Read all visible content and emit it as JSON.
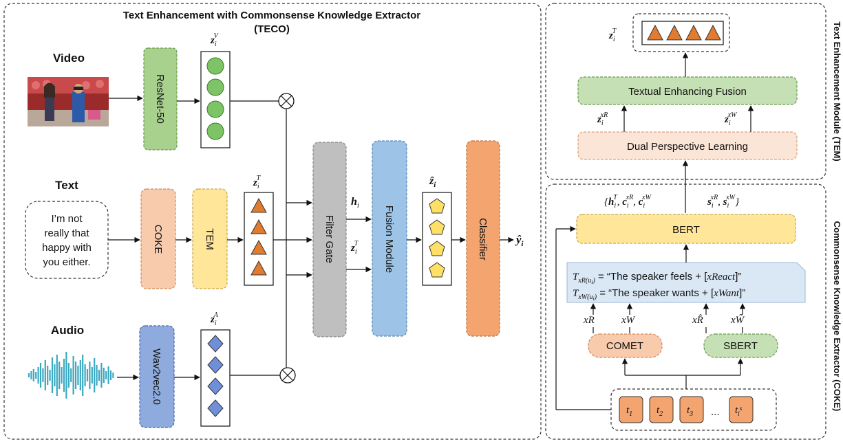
{
  "teco": {
    "title_line1": "Text Enhancement with Commonsense Knowledge Extractor",
    "title_line2": "(TECO)",
    "video_label": "Video",
    "text_label": "Text",
    "audio_label": "Audio",
    "utterance_lines": [
      "I’m not",
      "really that",
      "happy with",
      "you either."
    ],
    "resnet": "ResNet-50",
    "coke": "COKE",
    "tem": "TEM",
    "wav2vec": "Wav2vec2.0",
    "filter_gate": "Filter Gate",
    "fusion_module": "Fusion Module",
    "classifier": "Classifier",
    "z_v": "z",
    "z_v_sub": "i",
    "z_v_sup": "V",
    "z_t": "z",
    "z_t_sub": "i",
    "z_t_sup": "T",
    "z_a": "z",
    "z_a_sub": "i",
    "z_a_sup": "A",
    "h_i": "h",
    "h_i_sub": "i",
    "z_hat": "ẑ",
    "z_hat_sub": "i",
    "y_hat": "ŷ",
    "y_hat_sub": "i"
  },
  "tem": {
    "title": "Text Enhancement Module (TEM)",
    "fusion_box": "Textual Enhancing Fusion",
    "dual_box": "Dual Perspective Learning",
    "z_out": "z",
    "z_out_sub": "i",
    "z_out_sup": "T",
    "z_xr": "z",
    "z_xr_sub": "i",
    "z_xr_sup": "xR",
    "z_xw": "z",
    "z_xw_sub": "i",
    "z_xw_sup": "xW"
  },
  "coke": {
    "title": "Commonsense Knowledge Extractor (COKE)",
    "bert_outputs": "{h_i^T, c_i^xR, c_i^xW    s_i^xR, s_i^xW}",
    "bert": "BERT",
    "template1_lhs": "T_xR(u_i)",
    "template1_rhs": "= “The speaker feels + [xReact]”",
    "template2_lhs": "T_xW(u_i)",
    "template2_rhs": "= “The speaker wants + [xWant]”",
    "xr": "xR",
    "xw": "xW",
    "xr_hat": "xR̂",
    "xw_hat": "xŴ",
    "comet": "COMET",
    "sbert": "SBERT",
    "tokens": [
      "t1",
      "t2",
      "t3",
      "...",
      "tls"
    ]
  },
  "colors": {
    "green_fill": "#a9d18e",
    "orange_fill": "#f4b183",
    "yellow_fill": "#ffe699",
    "gray_fill": "#bfbfbf",
    "blue_fill": "#9dc3e6",
    "classifier_fill": "#f4a46e",
    "wav_fill": "#8faadc",
    "triangle": "#e07b2f",
    "pentagon": "#ffe066",
    "diamond": "#6f8fd9",
    "circle": "#7dc466",
    "waveform": "#3aa8c1"
  }
}
